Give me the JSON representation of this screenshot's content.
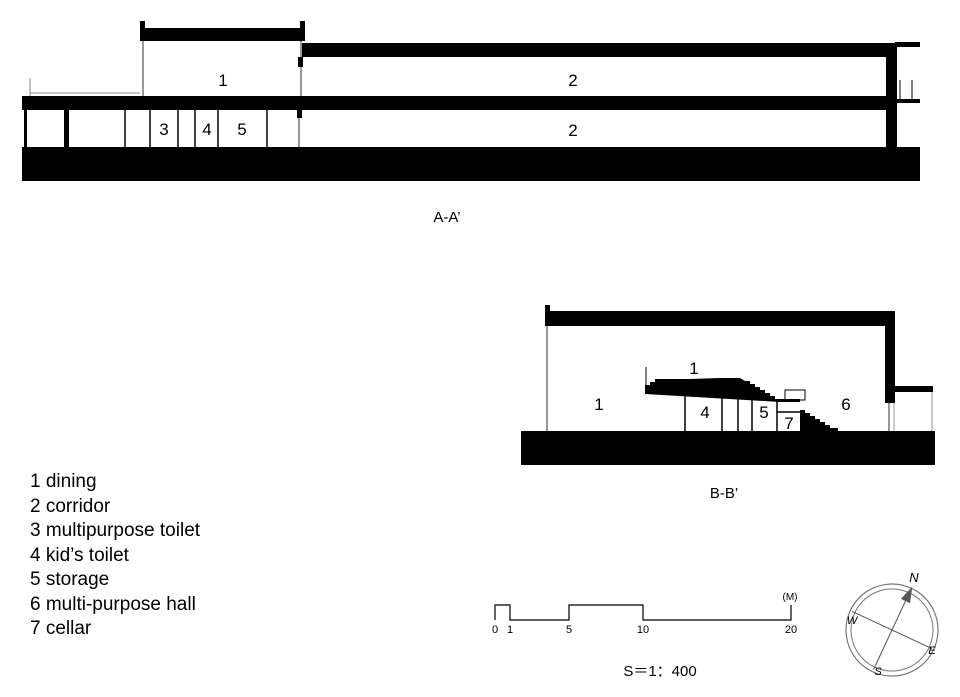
{
  "sections": {
    "aa": {
      "title": "A-A’",
      "rooms": {
        "upper_1": "1",
        "upper_2": "2",
        "lower_3": "3",
        "lower_4": "4",
        "lower_5": "5",
        "lower_2": "2"
      }
    },
    "bb": {
      "title": "B-B’",
      "rooms": {
        "r1_top": "1",
        "r1_left": "1",
        "r4": "4",
        "r5": "5",
        "r7": "7",
        "r6": "6"
      }
    }
  },
  "legend": {
    "items": [
      "1 dining",
      "2 corridor",
      "3 multipurpose toilet",
      "4 kid’s toilet",
      "5 storage",
      "6 multi-purpose hall",
      "7 cellar"
    ]
  },
  "scale_bar": {
    "unit": "(M)",
    "ticks": [
      "0",
      "1",
      "5",
      "10",
      "20"
    ],
    "ratio": "S＝1：400"
  },
  "compass": {
    "north": "N",
    "east": "E",
    "south": "S",
    "west": "W"
  },
  "colors": {
    "ink": "#000000",
    "paper": "#ffffff",
    "north_arrow": "#555555",
    "compass_ring": "#777777"
  }
}
